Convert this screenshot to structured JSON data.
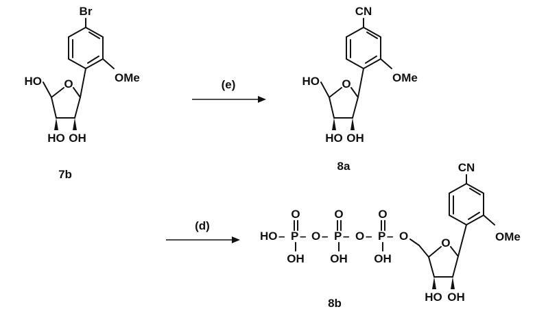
{
  "scheme": {
    "molecules": {
      "m7b": {
        "id": "7b",
        "substituent_top": "Br",
        "methoxy": "OMe",
        "hydroxymethyl": "HO",
        "hydroxyl_left": "HO",
        "hydroxyl_right": "OH",
        "ring_oxygen": "O"
      },
      "m8a": {
        "id": "8a",
        "substituent_top": "CN",
        "methoxy": "OMe",
        "hydroxymethyl": "HO",
        "hydroxyl_left": "HO",
        "hydroxyl_right": "OH",
        "ring_oxygen": "O"
      },
      "m8b": {
        "id": "8b",
        "substituent_top": "CN",
        "methoxy": "OMe",
        "hydroxyl_left": "HO",
        "hydroxyl_right": "OH",
        "ring_oxygen": "O",
        "phosphate": {
          "head": "HO",
          "dash": "–",
          "P": "P",
          "bridge_O": "O",
          "oxo": "O",
          "OH": "OH"
        }
      }
    },
    "steps": {
      "step_e": {
        "reagent": "(e)"
      },
      "step_d": {
        "reagent": "(d)"
      }
    }
  }
}
